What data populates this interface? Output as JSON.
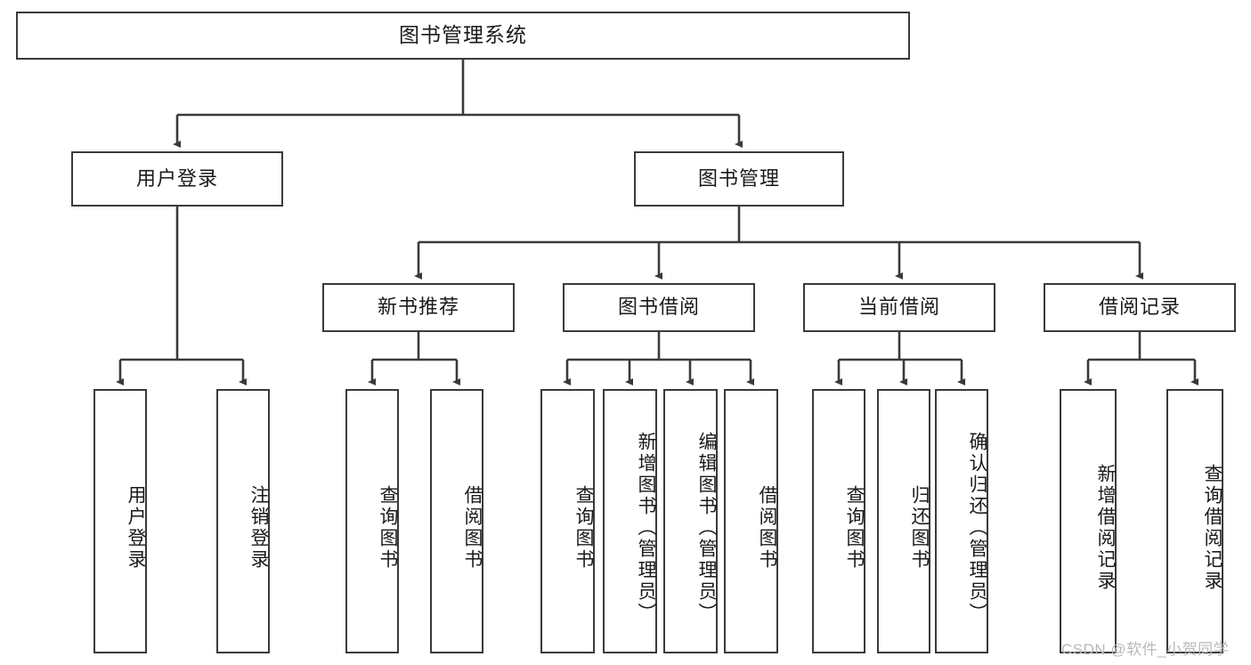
{
  "diagram": {
    "title": "图书管理系统",
    "root": {
      "label": "图书管理系统"
    },
    "level2": [
      {
        "label": "用户登录"
      },
      {
        "label": "图书管理"
      }
    ],
    "level3": [
      {
        "label": "新书推荐"
      },
      {
        "label": "图书借阅"
      },
      {
        "label": "当前借阅"
      },
      {
        "label": "借阅记录"
      }
    ],
    "leaves": {
      "user_login": [
        {
          "label": "用户登录"
        },
        {
          "label": "注销登录"
        }
      ],
      "new_book_recommend": [
        {
          "label": "查询图书"
        },
        {
          "label": "借阅图书"
        }
      ],
      "book_borrow": [
        {
          "label": "查询图书"
        },
        {
          "label": "新增图书（管理员）"
        },
        {
          "label": "编辑图书（管理员）"
        },
        {
          "label": "借阅图书"
        }
      ],
      "current_borrow": [
        {
          "label": "查询图书"
        },
        {
          "label": "归还图书"
        },
        {
          "label": "确认归还（管理员）"
        }
      ],
      "borrow_record": [
        {
          "label": "新增借阅记录"
        },
        {
          "label": "查询借阅记录"
        }
      ]
    }
  },
  "watermark": {
    "text": "CSDN @软件_小贺同学"
  },
  "colors": {
    "stroke": "#3a3a3a",
    "fill": "#ffffff",
    "text": "#1a1a1a",
    "watermark": "#b8b8b8"
  }
}
